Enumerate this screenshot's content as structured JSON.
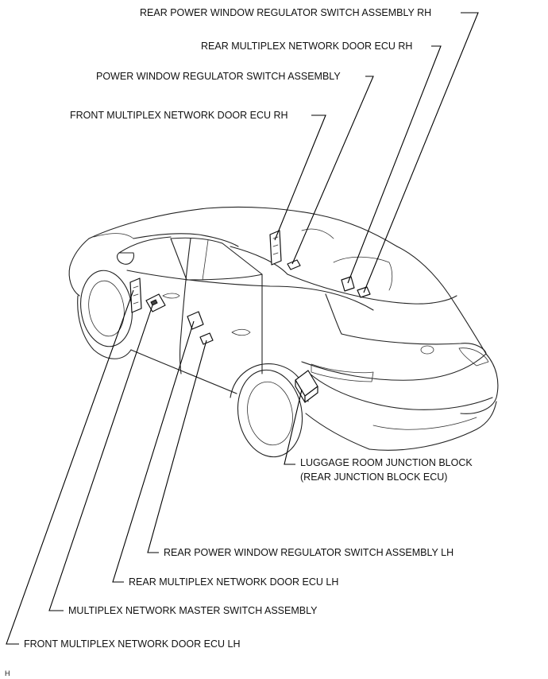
{
  "labels": {
    "rear_pw_switch_rh": "REAR POWER WINDOW REGULATOR SWITCH ASSEMBLY RH",
    "rear_door_ecu_rh": "REAR MULTIPLEX NETWORK DOOR ECU RH",
    "pw_switch": "POWER WINDOW REGULATOR SWITCH ASSEMBLY",
    "front_door_ecu_rh": "FRONT MULTIPLEX NETWORK DOOR ECU RH",
    "luggage_jb_line1": "LUGGAGE ROOM JUNCTION BLOCK",
    "luggage_jb_line2": "(REAR JUNCTION BLOCK ECU)",
    "rear_pw_switch_lh": "REAR POWER WINDOW REGULATOR SWITCH ASSEMBLY LH",
    "rear_door_ecu_lh": "REAR MULTIPLEX NETWORK DOOR ECU LH",
    "master_switch": "MULTIPLEX NETWORK MASTER SWITCH ASSEMBLY",
    "front_door_ecu_lh": "FRONT MULTIPLEX NETWORK DOOR ECU LH",
    "corner_mark": "H"
  },
  "icons": [
    "car-outline-icon",
    "ecu-module-icon",
    "switch-assembly-icon",
    "junction-block-icon"
  ]
}
